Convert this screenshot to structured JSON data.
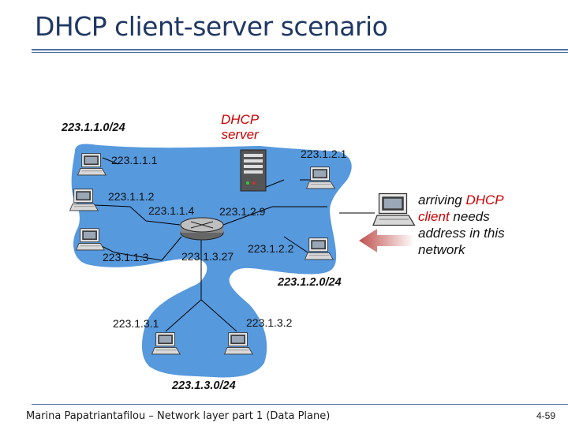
{
  "slide": {
    "title": "DHCP client-server scenario",
    "footer_author": "Marina Papatriantafilou –  Network layer part 1 (Data Plane)",
    "slide_number": "4-59"
  },
  "diagram": {
    "server_label_line1": "DHCP",
    "server_label_line2": "server",
    "subnets": {
      "subnet1": "223.1.1.0/24",
      "subnet2": "223.1.2.0/24",
      "subnet3": "223.1.3.0/24"
    },
    "addresses": {
      "host_1_1_1": "223.1.1.1",
      "host_1_1_2": "223.1.1.2",
      "router_1_1_4": "223.1.1.4",
      "router_1_2_9": "223.1.2.9",
      "host_1_1_3": "223.1.1.3",
      "router_1_3_27": "223.1.3.27",
      "host_1_2_2": "223.1.2.2",
      "server_1_2_1": "223.1.2.1",
      "host_1_3_1": "223.1.3.1",
      "host_1_3_2": "223.1.3.2"
    },
    "arriving_note": {
      "part1": "arriving ",
      "highlight": "DHCP client",
      "part2": " needs address in this network"
    }
  },
  "colors": {
    "title": "#1f3864",
    "network_blob": "#4d94db",
    "highlight": "#cc0000",
    "arrow": "#c0504d"
  }
}
